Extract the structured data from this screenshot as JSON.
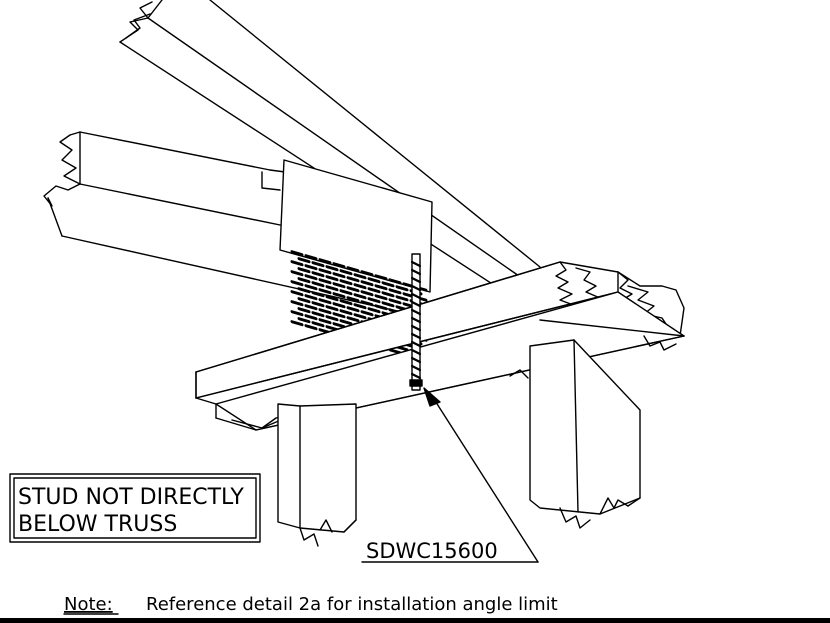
{
  "drawing": {
    "label_stud": {
      "line1": "STUD NOT DIRECTLY",
      "line2": "BELOW TRUSS"
    },
    "label_screw": "SDWC15600",
    "note": {
      "prefix": "Note:",
      "text": "Reference detail 2a for installation angle limit"
    }
  },
  "colors": {
    "ink": "#000000",
    "paper": "#ffffff"
  }
}
